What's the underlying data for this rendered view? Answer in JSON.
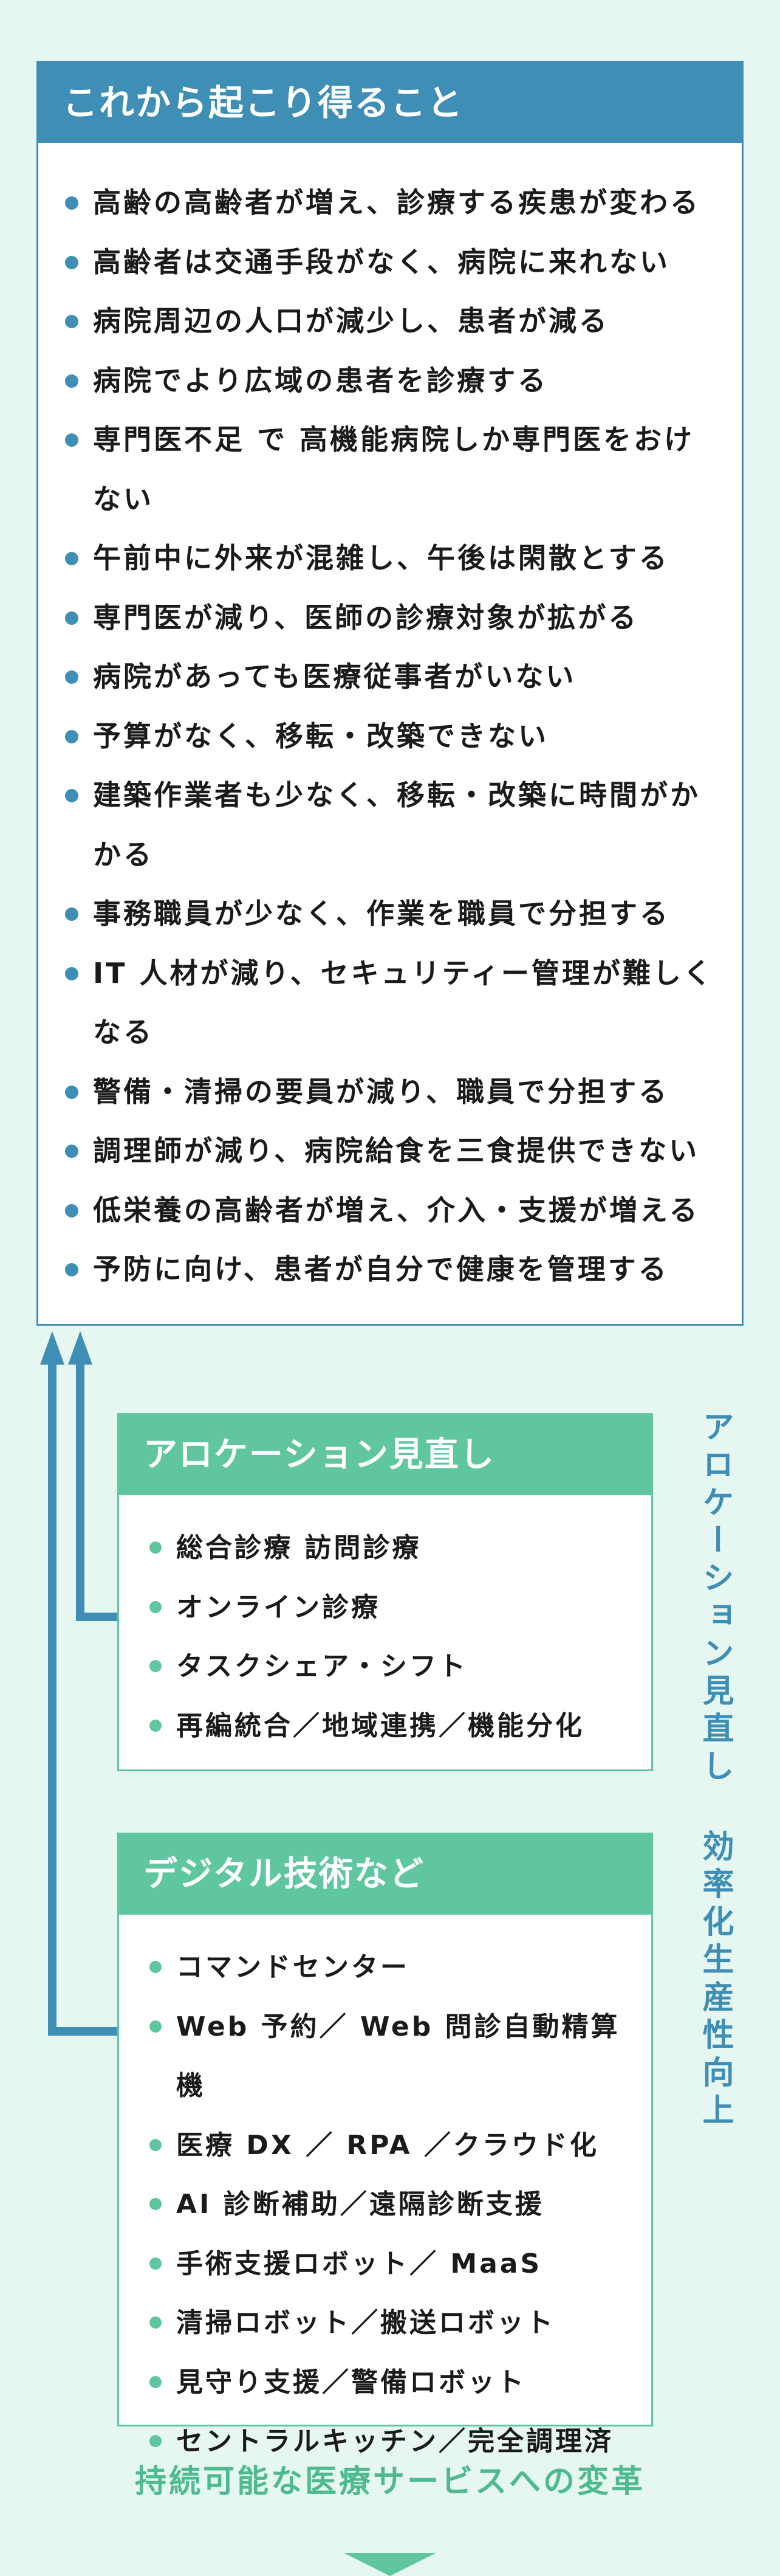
{
  "top_card": {
    "title": "これから起こり得ること",
    "items": [
      "高齢の高齢者が増え、診療する疾患が変わる",
      "高齢者は交通手段がなく、病院に来れない",
      "病院周辺の人口が減少し、患者が減る",
      "病院でより広域の患者を診療する",
      "専門医不足 で 高機能病院しか専門医をおけ",
      "ない",
      "午前中に外来が混雑し、午後は閑散とする",
      "専門医が減り、医師の診療対象が拡がる",
      "病院があっても医療従事者がいない",
      "予算がなく、移転・改築できない",
      "建築作業者も少なく、移転・改築に時間がか",
      "かる",
      "事務職員が少なく、作業を職員で分担する",
      "IT 人材が減り、セキュリティー管理が難しく",
      "なる",
      "警備・清掃の要員が減り、職員で分担する",
      "調理師が減り、病院給食を三食提供できない",
      "低栄養の高齢者が増え、介入・支援が増える",
      "予防に向け、患者が自分で健康を管理する"
    ]
  },
  "allocation_card": {
    "title": "アロケーション見直し",
    "items": [
      "総合診療 訪問診療",
      "オンライン診療",
      "タスクシェア・シフト",
      "再編統合／地域連携／機能分化"
    ]
  },
  "digital_card": {
    "title": "デジタル技術など",
    "items": [
      "コマンドセンター",
      "Web 予約／ Web 問診自動精算機",
      "医療 DX ／ RPA ／クラウド化",
      "AI 診断補助／遠隔診断支援",
      "手術支援ロボット／ MaaS",
      "清掃ロボット／搬送ロボット",
      "見守り支援／警備ロボット",
      "セントラルキッチン／完全調理済"
    ]
  },
  "side_labels": {
    "allocation": "アロケーション見直し",
    "efficiency": "効率化生産性向上"
  },
  "footer": {
    "text": "持続可能な医療サービスへの変革"
  },
  "colors": {
    "blue": "#3e8eb6",
    "green": "#5fc6a0",
    "background": "#e6f6f0"
  }
}
